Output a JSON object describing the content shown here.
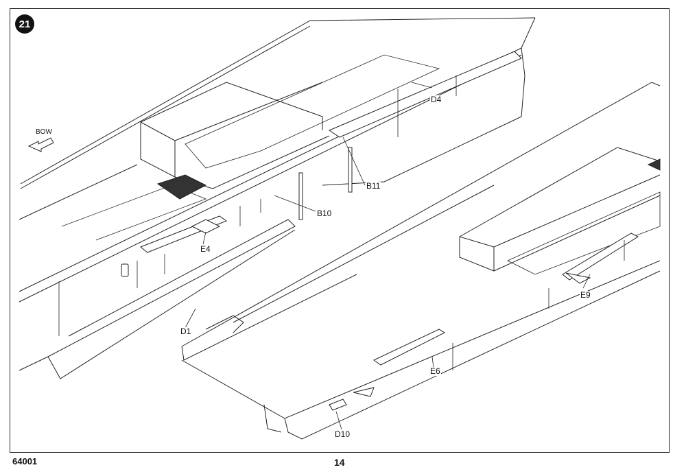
{
  "step": {
    "number": "21"
  },
  "direction": {
    "label": "BOW"
  },
  "parts": {
    "d4": "D4",
    "b11": "B11",
    "b10": "B10",
    "e4": "E4",
    "d1": "D1",
    "e9": "E9",
    "e6": "E6",
    "d10": "D10"
  },
  "footer": {
    "kit_code": "64001",
    "page_number": "14"
  },
  "colors": {
    "line": "#222222",
    "paper": "#ffffff",
    "shade": "#333333"
  }
}
